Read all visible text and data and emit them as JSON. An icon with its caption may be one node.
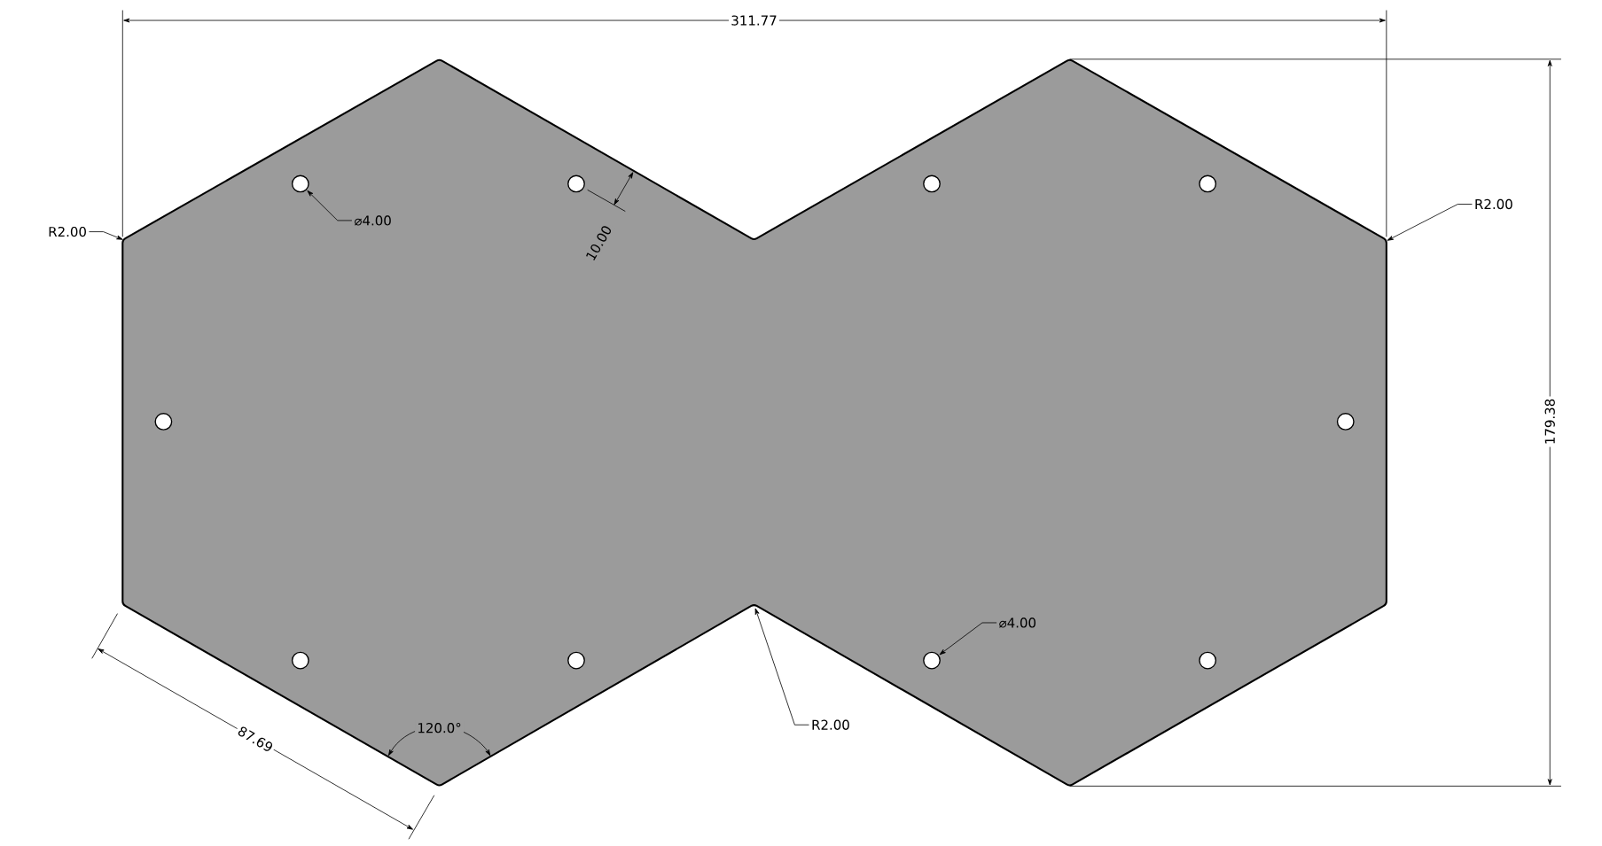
{
  "diagram": {
    "nodes": [
      {
        "text": [
          "R2.00"
        ]
      },
      {
        "text": [
          "⌀4.00"
        ]
      },
      {
        "text": [
          "R2.00"
        ]
      },
      {
        "text": [
          "⌀4.00"
        ]
      },
      {
        "text": [
          "R2.00"
        ]
      },
      {
        "text": [],
        "shape": "circle"
      },
      {
        "text": [],
        "shape": "circle"
      },
      {
        "text": [],
        "shape": "circle"
      },
      {
        "text": [],
        "shape": "circle"
      },
      {
        "text": [],
        "shape": "circle"
      },
      {
        "text": [],
        "shape": "circle"
      },
      {
        "text": [],
        "shape": "circle"
      },
      {
        "text": [],
        "shape": "circle"
      },
      {
        "text": [],
        "shape": "circle"
      },
      {
        "text": [],
        "shape": "circle"
      }
    ],
    "edges": [
      {
        "from": 0,
        "to": null,
        "arrow": "to"
      },
      {
        "from": 1,
        "to": 5,
        "arrow": "to"
      },
      {
        "from": 2,
        "to": null,
        "arrow": "to"
      },
      {
        "from": 3,
        "to": 13,
        "arrow": "to"
      },
      {
        "from": 4,
        "to": null,
        "arrow": "to"
      }
    ],
    "labels": [
      "311.77",
      "179.38",
      "10.00",
      "87.69",
      "120.0°"
    ]
  }
}
